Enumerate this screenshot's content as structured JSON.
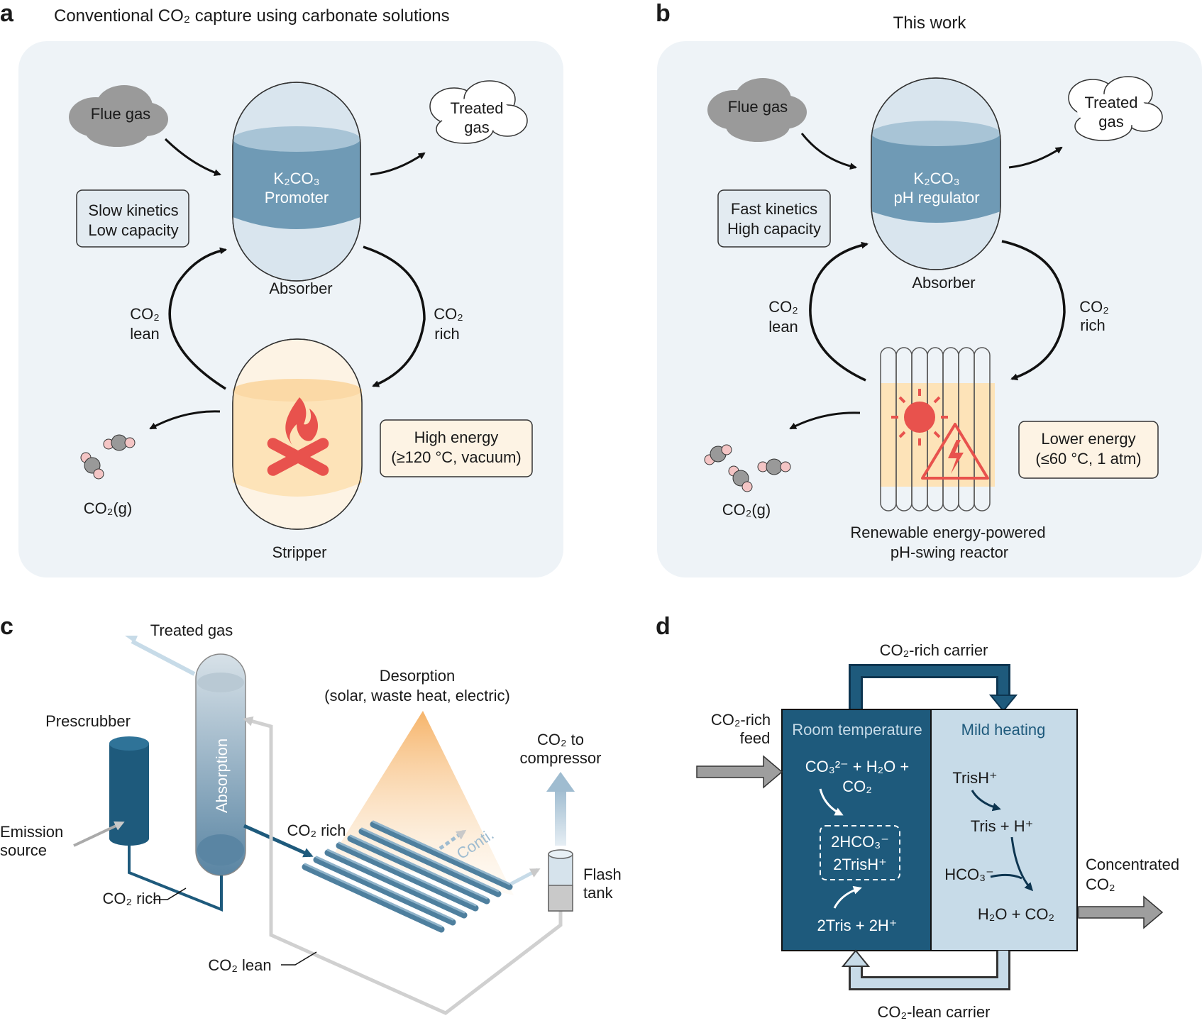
{
  "panel_letters": {
    "a": "a",
    "b": "b",
    "c": "c",
    "d": "d"
  },
  "panel_a": {
    "title": "Conventional CO₂ capture using carbonate solutions",
    "flue_gas": "Flue gas",
    "treated_gas_1": "Treated",
    "treated_gas_2": "gas",
    "absorber_line1": "K₂CO₃",
    "absorber_line2": "Promoter",
    "absorber_label": "Absorber",
    "kinetics_line1": "Slow kinetics",
    "kinetics_line2": "Low capacity",
    "lean_1": "CO₂",
    "lean_2": "lean",
    "rich_1": "CO₂",
    "rich_2": "rich",
    "energy_line1": "High energy",
    "energy_line2": "(≥120 °C, vacuum)",
    "co2g": "CO₂(g)",
    "stripper_label": "Stripper"
  },
  "panel_b": {
    "title": "This work",
    "flue_gas": "Flue gas",
    "treated_gas_1": "Treated",
    "treated_gas_2": "gas",
    "absorber_line1": "K₂CO₃",
    "absorber_line2": "pH regulator",
    "absorber_label": "Absorber",
    "kinetics_line1": "Fast kinetics",
    "kinetics_line2": "High capacity",
    "lean_1": "CO₂",
    "lean_2": "lean",
    "rich_1": "CO₂",
    "rich_2": "rich",
    "energy_line1": "Lower energy",
    "energy_line2": "(≤60 °C, 1 atm)",
    "co2g": "CO₂(g)",
    "reactor_line1": "Renewable energy-powered",
    "reactor_line2": "pH-swing reactor"
  },
  "panel_c": {
    "treated_gas": "Treated gas",
    "prescrubber": "Prescrubber",
    "emission_1": "Emission",
    "emission_2": "source",
    "absorption": "Absorption",
    "desorption_1": "Desorption",
    "desorption_2": "(solar, waste heat, electric)",
    "co2_to_1": "CO₂ to",
    "co2_to_2": "compressor",
    "co2_rich_pipe": "CO₂ rich",
    "co2_rich_bottom": "CO₂ rich",
    "conti": "Conti.",
    "flash_1": "Flash",
    "flash_2": "tank",
    "co2_lean": "CO₂ lean"
  },
  "panel_d": {
    "rich_carrier": "CO₂-rich carrier",
    "feed_1": "CO₂-rich",
    "feed_2": "feed",
    "room_temp": "Room temperature",
    "mild_heating": "Mild heating",
    "eq1_line1": "CO₃²⁻ + H₂O +",
    "eq1_line2": "CO₂",
    "box_line1": "2HCO₃⁻",
    "box_line2": "2TrisH⁺",
    "eq_bottom": "2Tris + 2H⁺",
    "trish": "TrisH⁺",
    "tris_h": "Tris + H⁺",
    "hco3": "HCO₃⁻",
    "h2o_co2": "H₂O + CO₂",
    "concentrated_1": "Concentrated",
    "concentrated_2": "CO₂",
    "lean_carrier": "CO₂-lean carrier"
  },
  "colors": {
    "panel_bg": "#eef3f7",
    "absorber_liquid": "#6f9ab5",
    "absorber_top": "#a8c4d6",
    "stripper_heat": "#fde3b8",
    "flame": "#e8524d",
    "dark_blue": "#1e5a7c",
    "light_blue": "#c7dbe8",
    "gray_cloud": "#9a9a9a"
  }
}
